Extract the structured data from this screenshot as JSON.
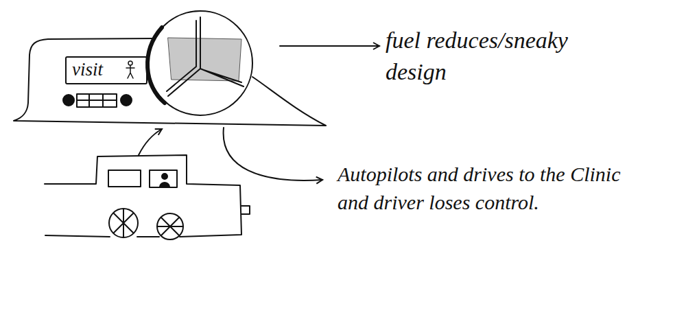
{
  "diagram": {
    "nodes": [
      {
        "text": [
          "visit"
        ]
      }
    ],
    "labels": [
      "fuel reduces/sneaky design",
      "Autopilots and drives to the Clinic and driver loses control."
    ]
  }
}
